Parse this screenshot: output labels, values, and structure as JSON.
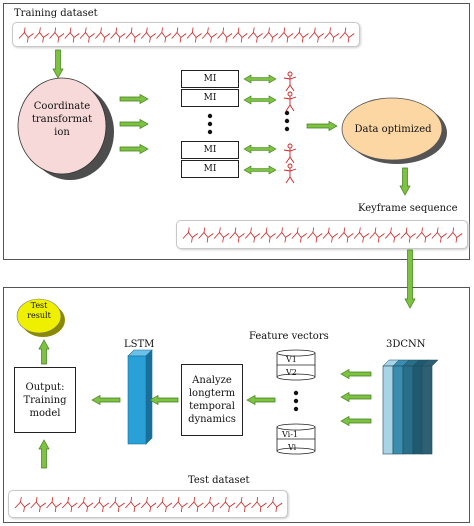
{
  "top_panel": {
    "title": "Training dataset",
    "coord_label_lines": [
      "Coordinate",
      "transformat",
      "ion"
    ],
    "mi_labels": [
      "MI",
      "MI",
      "MI",
      "MI"
    ],
    "data_optimized": "Data optimized",
    "keyframe_label": "Keyframe sequence"
  },
  "bottom_panel": {
    "test_result_lines": [
      "Test",
      "result"
    ],
    "output_lines": [
      "Output:",
      "Training",
      "model"
    ],
    "lstm_label": "LSTM",
    "analyze_lines": [
      "Analyze",
      "longterm",
      "temporal",
      "dynamics"
    ],
    "feature_vectors_label": "Feature vectors",
    "vectors": [
      "V1",
      "V2",
      "Vi-1",
      "Vi"
    ],
    "cnn_label": "3DCNN",
    "test_dataset_label": "Test dataset"
  },
  "colors": {
    "arrow": "#7dc242",
    "arrow_stroke": "#3f7f1a",
    "skeleton": "#cc2222",
    "ellipse_pink": "#f7d9d9",
    "ellipse_orange": "#fcd7a4",
    "test_result": "#eef000",
    "lstm_blue": "#2aa0d8",
    "cnn_layers": [
      "#a8d4e6",
      "#3b8db0",
      "#2a6f8a",
      "#1f5a70",
      "#2e5f73"
    ]
  }
}
